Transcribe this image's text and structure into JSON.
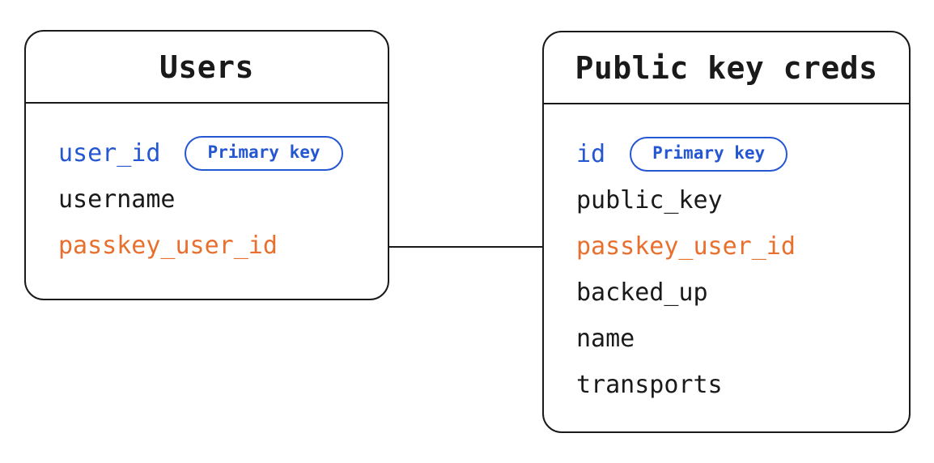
{
  "diagram": {
    "background_color": "#ffffff",
    "stroke_color": "#1a1a1a",
    "colors": {
      "blue": "#2557d2",
      "orange": "#e8702e",
      "black": "#1a1a1a"
    },
    "tables": [
      {
        "id": "users",
        "title": "Users",
        "fields": [
          {
            "label": "user_id",
            "color": "blue",
            "badge": "Primary key"
          },
          {
            "label": "username",
            "color": "black"
          },
          {
            "label": "passkey_user_id",
            "color": "orange"
          }
        ]
      },
      {
        "id": "public-key-creds",
        "title": "Public key creds",
        "fields": [
          {
            "label": "id",
            "color": "blue",
            "badge": "Primary key"
          },
          {
            "label": "public_key",
            "color": "black"
          },
          {
            "label": "passkey_user_id",
            "color": "orange"
          },
          {
            "label": "backed_up",
            "color": "black"
          },
          {
            "label": "name",
            "color": "black"
          },
          {
            "label": "transports",
            "color": "black"
          }
        ]
      }
    ],
    "relationship": {
      "from_table": "Users",
      "from_field": "passkey_user_id",
      "to_table": "Public key creds",
      "to_field": "passkey_user_id"
    }
  }
}
